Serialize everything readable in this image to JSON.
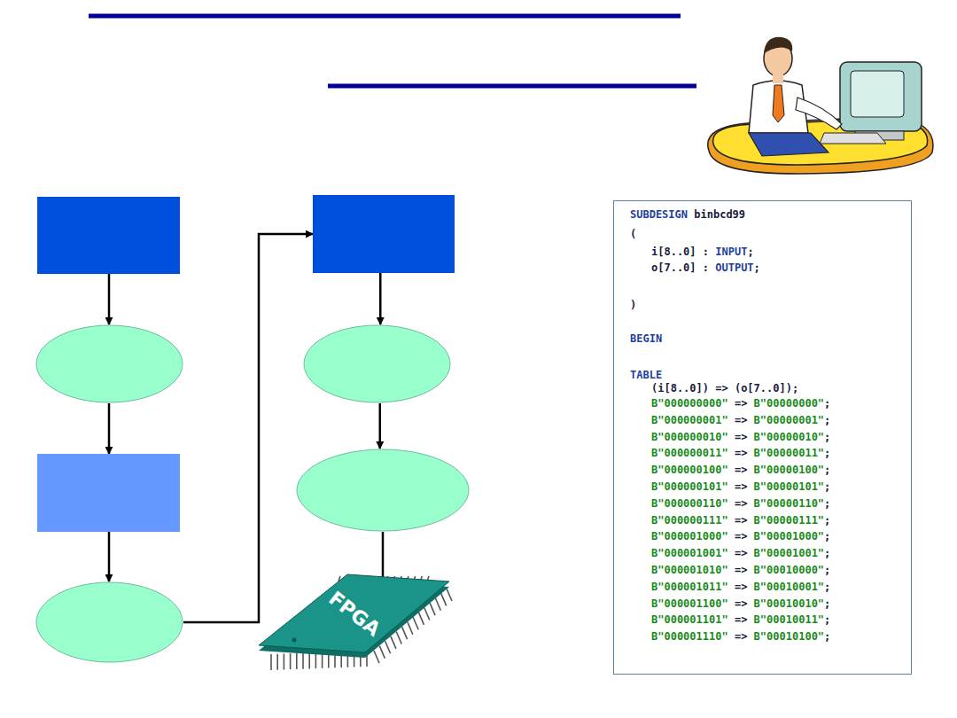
{
  "diagram": {
    "nodes": [
      {
        "text": []
      },
      {
        "text": []
      },
      {
        "text": []
      },
      {
        "text": []
      },
      {
        "text": []
      },
      {
        "text": []
      },
      {
        "text": []
      },
      {
        "text": [
          "FPGA"
        ]
      },
      {
        "text": [
          "SUBDESIGN binbcd99",
          "(",
          "i[8..0] : INPUT;",
          "o[7..0] : OUTPUT;",
          ")",
          "BEGIN",
          "TABLE",
          "(i[8..0]) => (o[7..0]);",
          "B\"000000000\" => B\"00000000\";",
          "B\"000000001\" => B\"00000001\";",
          "B\"000000010\" => B\"00000010\";",
          "B\"000000011\" => B\"00000011\";",
          "B\"000000100\" => B\"00000100\";",
          "B\"000000101\" => B\"00000101\";",
          "B\"000000110\" => B\"00000110\";",
          "B\"000000111\" => B\"00000111\";",
          "B\"000001000\" => B\"00001000\";",
          "B\"000001001\" => B\"00001001\";",
          "B\"000001010\" => B\"00010000\";",
          "B\"000001011\" => B\"00010001\";",
          "B\"000001100\" => B\"00010010\";",
          "B\"000001101\" => B\"00010011\";",
          "B\"000001110\" => B\"00010100\";"
        ]
      }
    ],
    "edges": [
      {
        "from": 0,
        "to": 1,
        "arrow": "to"
      },
      {
        "from": 1,
        "to": 2,
        "arrow": "to"
      },
      {
        "from": 2,
        "to": 3,
        "arrow": "to"
      },
      {
        "from": 3,
        "to": 4,
        "arrow": "to"
      },
      {
        "from": 4,
        "to": 5,
        "arrow": "to"
      },
      {
        "from": 5,
        "to": 6,
        "arrow": "to"
      },
      {
        "from": 6,
        "to": 7,
        "arrow": "to"
      }
    ]
  }
}
